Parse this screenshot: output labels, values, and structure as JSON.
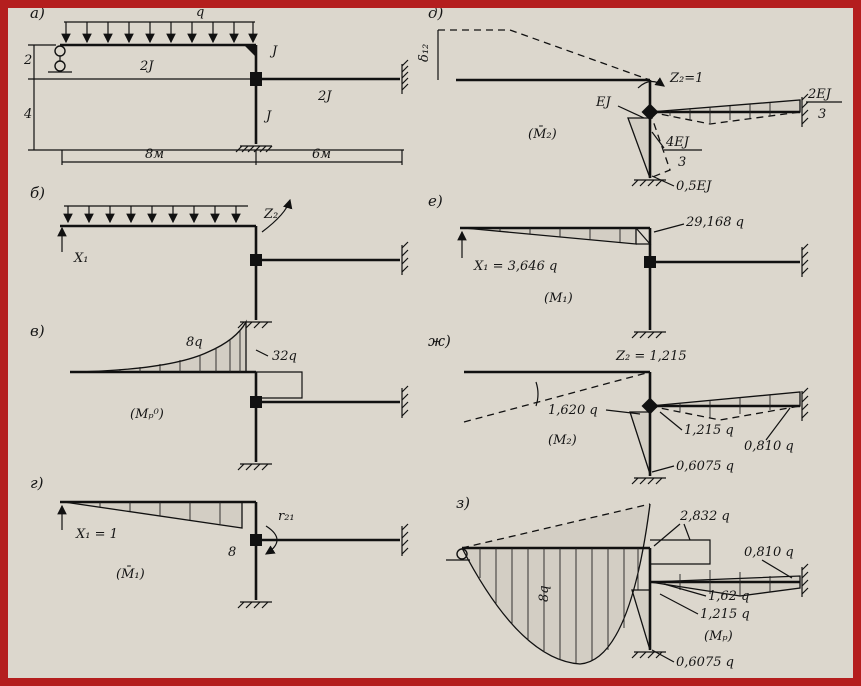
{
  "panels": {
    "a": {
      "letter": "а)",
      "load": "q",
      "ei_left_beam": "2J",
      "ei_col_top": "J",
      "ei_right_beam": "2J",
      "ei_col": "J",
      "dim_left_h1": "2",
      "dim_left_h2": "4",
      "dim_span1": "8м",
      "dim_span2": "6м"
    },
    "b": {
      "letter": "б)",
      "unknown_force": "X₁",
      "unknown_rot": "Z₂"
    },
    "v": {
      "letter": "в)",
      "val1": "8q",
      "val2": "32q",
      "name": "(Mₚ⁰)"
    },
    "g": {
      "letter": "г)",
      "unknown_force": "X₁ = 1",
      "reaction": "r₂₁",
      "val": "8",
      "name": "(M̄₁)"
    },
    "d": {
      "letter": "д)",
      "delta": "δ₁₂",
      "unknown_rot": "Z₂=1",
      "v_ei": "EJ",
      "v_2ei": "2EJ",
      "v_2ei_den": "3",
      "v_4ei": "4EJ",
      "v_4ei_den": "3",
      "v_05": "0,5EJ",
      "name": "(M̄₂)"
    },
    "e": {
      "letter": "е)",
      "x1": "X₁ = 3,646 q",
      "val": "29,168 q",
      "name": "(M₁)"
    },
    "zh": {
      "letter": "ж)",
      "z2": "Z₂ = 1,215",
      "v1": "1,620 q",
      "v2": "1,215 q",
      "v3": "0,810 q",
      "v4": "0,6075 q",
      "name": "(M₂)"
    },
    "z": {
      "letter": "з)",
      "v1": "2,832 q",
      "v2": "0,810 q",
      "v3": "1,62 q",
      "v4": "1,215 q",
      "v5": "0,6075 q",
      "v_span": "8q",
      "name": "(Mₚ)"
    }
  }
}
